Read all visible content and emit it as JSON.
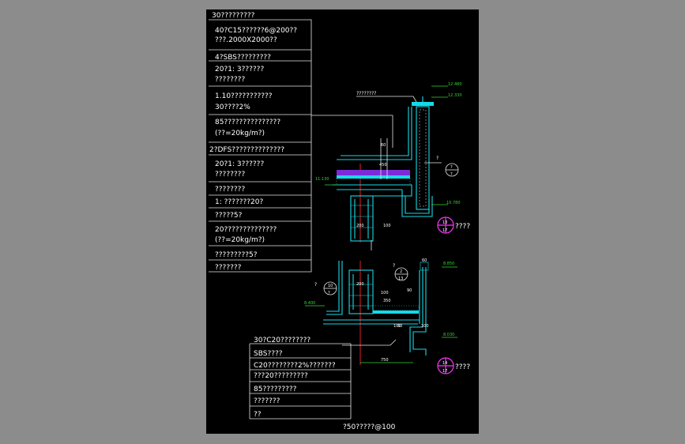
{
  "upper_notes": [
    "30?????????",
    "40?C15??????6@200??",
    "???.2000X2000??",
    "4?SBS?????????",
    "20?1: 3??????",
    "????????",
    "1.10???????????",
    "30????2%",
    "85???????????????",
    "(??=20kg/m?)",
    "2?DFS??????????????",
    "20?1: 3??????",
    "????????",
    "????????",
    "1: ???????20?",
    "?????5?",
    "20??????????????",
    "(??=20kg/m?)",
    "?????????5?",
    "???????"
  ],
  "lower_notes": [
    "30?C20????????",
    "SBS????",
    "C20????????2%???????",
    "???20?????????",
    "85?????????",
    "???????",
    "??"
  ],
  "bottom_caption": "?50?????@100",
  "callout_text": "????????",
  "elevations": [
    "12.480",
    "12.330",
    "11.130",
    "10.780",
    "8.850",
    "8.400",
    "8.030"
  ],
  "dimensions": [
    "60",
    "450",
    "200",
    "100",
    "200",
    "100",
    "60",
    "350",
    "90",
    "100",
    "60",
    "100",
    "750"
  ],
  "detail_marks": [
    {
      "top": "?",
      "bottom": "?",
      "side": "?"
    },
    {
      "top": "2",
      "bottom": "13",
      "side": "?"
    },
    {
      "top": "10",
      "bottom": "?",
      "side": "?"
    }
  ],
  "section_marks": [
    {
      "top": "13",
      "bottom": "17",
      "label": "????"
    },
    {
      "top": "14",
      "bottom": "17",
      "label": "????"
    }
  ]
}
